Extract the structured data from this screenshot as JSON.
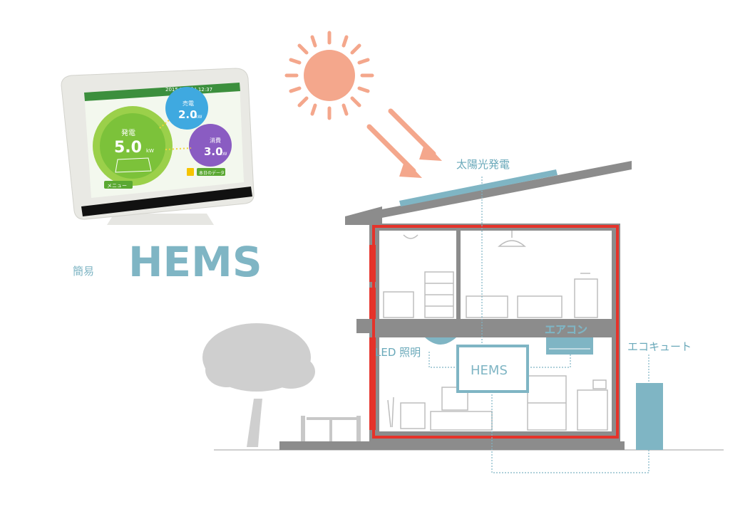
{
  "title": {
    "prefix": "簡易",
    "main": "HEMS"
  },
  "device": {
    "date": "2015.7.3(金) 12:37",
    "generation": {
      "label": "発電",
      "value": "5.0",
      "unit": "kW"
    },
    "sell": {
      "label": "売電",
      "value": "2.0",
      "unit": "kW"
    },
    "consumption": {
      "label": "消費",
      "value": "3.0",
      "unit": "kW"
    },
    "menu_button": "メニュー",
    "data_button": "本日のデータ"
  },
  "labels": {
    "solar": "太陽光発電",
    "aircon": "エアコン",
    "led": "LED 照明",
    "hems": "HEMS",
    "ecocute": "エコキュート"
  },
  "colors": {
    "sun": "#f4a78c",
    "accent_blue": "#7fb5c4",
    "house_gray": "#8c8c8c",
    "red_frame": "#e5332a",
    "tree": "#cfcfcf"
  }
}
